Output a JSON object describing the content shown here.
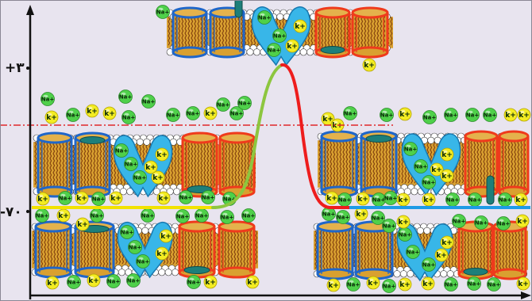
{
  "axis": {
    "upper_label": "+۳۰",
    "lower_label": "-۷۰"
  },
  "ions": {
    "sodium": "Na+",
    "potassium": "k+"
  },
  "colors": {
    "background": "#e8e4ef",
    "sodium_ion": "#4fd04a",
    "potassium_ion": "#f3ec22",
    "sodium_channel": "#1f66c9",
    "potassium_channel": "#ef3a1c",
    "pump": "#38b6e8",
    "gate": "#1d7f7a",
    "resting_segment": "#f2e200",
    "depolarization_segment": "#8dc63f",
    "repolarization_segment": "#ee1d1d",
    "recovery_segment": "#1d9be6",
    "threshold_line": "#e0262a"
  }
}
